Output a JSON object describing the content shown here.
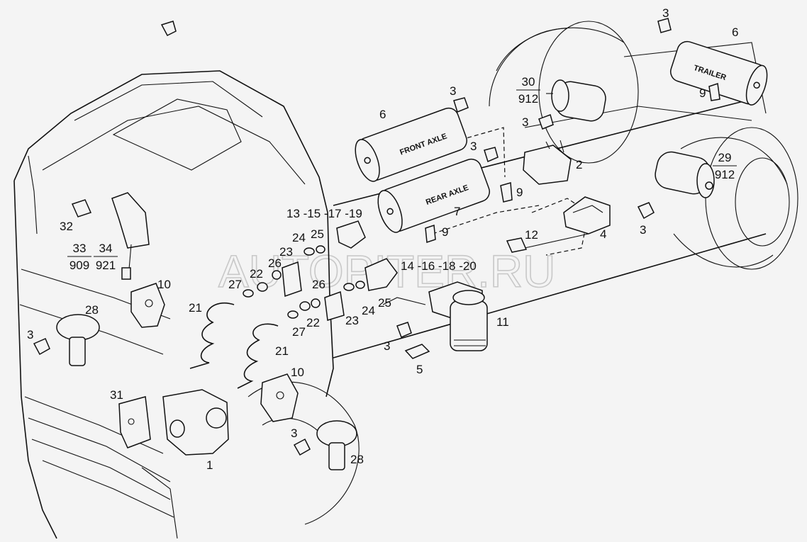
{
  "watermark": "AUTOPITER.RU",
  "tanks": [
    {
      "id": "tank-front",
      "number": "6",
      "label": "FRONT AXLE"
    },
    {
      "id": "tank-rear",
      "number": "7",
      "label": "REAR AXLE"
    },
    {
      "id": "tank-trailer",
      "number": "6",
      "label": "TRAILER"
    }
  ],
  "labels": {
    "l_1": "1",
    "l_2": "2",
    "l_3a": "3",
    "l_3b": "3",
    "l_3c": "3",
    "l_3d": "3",
    "l_3e": "3",
    "l_3f": "3",
    "l_3g": "3",
    "l_3h": "3",
    "l_4": "4",
    "l_5": "5",
    "l_9a": "9",
    "l_9b": "9",
    "l_9c": "9",
    "l_10a": "10",
    "l_10b": "10",
    "l_11": "11",
    "l_12": "12",
    "l_21a": "21",
    "l_21b": "21",
    "l_22a": "22",
    "l_22b": "22",
    "l_23a": "23",
    "l_23b": "23",
    "l_24a": "24",
    "l_24b": "24",
    "l_25a": "25",
    "l_25b": "25",
    "l_26a": "26",
    "l_26b": "26",
    "l_27a": "27",
    "l_27b": "27",
    "l_28a": "28",
    "l_28b": "28",
    "l_31": "31",
    "l_32": "32",
    "l_13": "13 -15 -17 -19",
    "l_14": "14 -16 -18 -20"
  },
  "fractions": [
    {
      "id": "f30",
      "num": "30",
      "den": "912"
    },
    {
      "id": "f29",
      "num": "29",
      "den": "912"
    },
    {
      "id": "f33",
      "num": "33",
      "den": "909"
    },
    {
      "id": "f34",
      "num": "34",
      "den": "921"
    }
  ]
}
